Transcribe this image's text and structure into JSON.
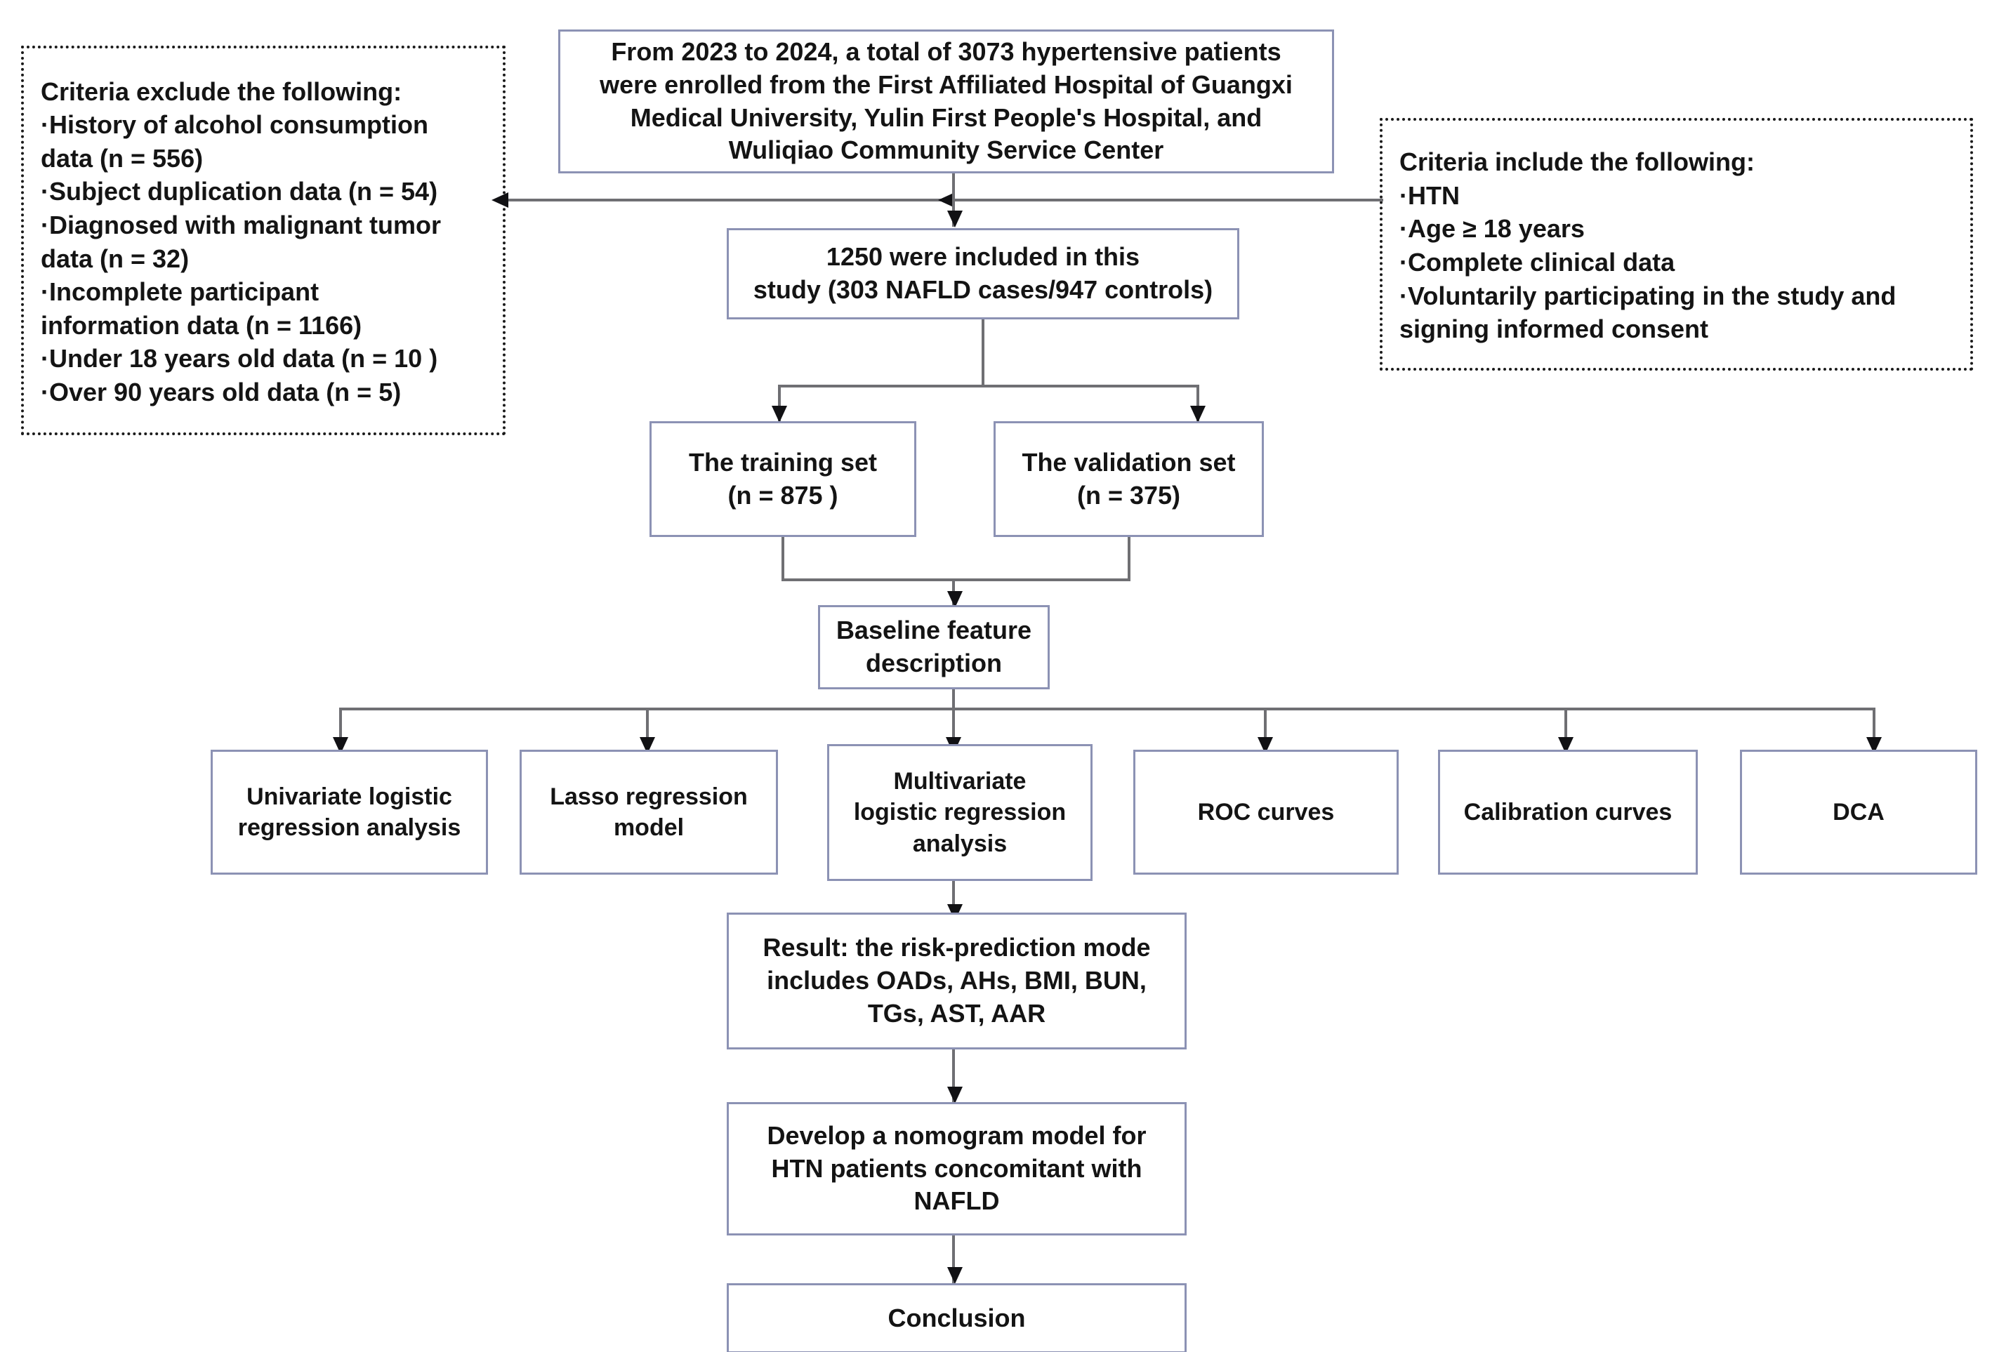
{
  "figure": {
    "type": "flowchart",
    "title": "Study design flowchart for NAFLD risk-prediction model in hypertensive patients"
  },
  "nodes": {
    "enrollment": {
      "label": "From 2023 to 2024, a total of 3073 hypertensive patients\nwere enrolled from the First Affiliated Hospital of Guangxi\nMedical University, Yulin First People's Hospital, and\nWuliqiao Community Service Center"
    },
    "exclusion": {
      "label": "Criteria exclude the following:\n·History of alcohol consumption\ndata (n = 556)\n·Subject duplication data (n = 54)\n·Diagnosed with malignant tumor\ndata (n = 32)\n·Incomplete participant\ninformation data (n = 1166)\n·Under 18 years old data (n = 10 )\n·Over 90 years old data (n = 5)"
    },
    "inclusion": {
      "label": "Criteria include the following:\n·HTN\n·Age ≥ 18 years\n·Complete clinical data\n·Voluntarily participating in the study and\nsigning informed consent"
    },
    "included": {
      "label": "1250 were included in this\nstudy (303 NAFLD cases/947 controls)"
    },
    "training_set": {
      "label": "The training set\n(n = 875 )"
    },
    "validation_set": {
      "label": "The validation set\n(n = 375)"
    },
    "baseline": {
      "label": "Baseline feature\ndescription"
    },
    "analyses": [
      {
        "label": "Univariate logistic\nregression analysis"
      },
      {
        "label": "Lasso regression\nmodel"
      },
      {
        "label": "Multivariate\nlogistic regression\nanalysis"
      },
      {
        "label": "ROC curves"
      },
      {
        "label": "Calibration curves"
      },
      {
        "label": "DCA"
      }
    ],
    "result": {
      "label": "Result: the risk-prediction mode\nincludes OADs, AHs, BMI, BUN,\nTGs, AST, AAR"
    },
    "nomogram": {
      "label": "Develop a nomogram model for\nHTN patients concomitant with\nNAFLD"
    },
    "conclusion": {
      "label": "Conclusion"
    }
  },
  "colors": {
    "box_border": "#8c92b4",
    "connector": "#6f6f73",
    "arrowhead": "#111114",
    "dotted_border": "#1b1b1b",
    "text": "#141414",
    "background": "#ffffff"
  }
}
